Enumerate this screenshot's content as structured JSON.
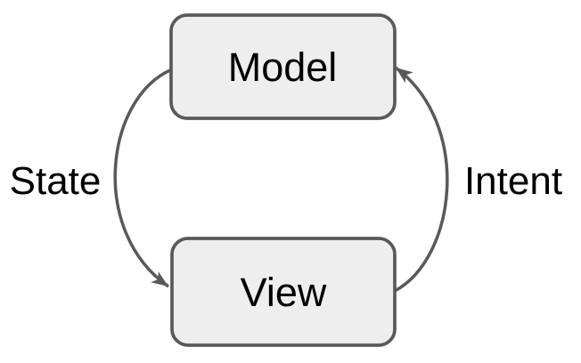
{
  "diagram": {
    "type": "cycle-diagram",
    "nodes": [
      {
        "id": "model",
        "label": "Model"
      },
      {
        "id": "view",
        "label": "View"
      }
    ],
    "edges": [
      {
        "id": "state",
        "label": "State",
        "from": "model",
        "to": "view"
      },
      {
        "id": "intent",
        "label": "Intent",
        "from": "view",
        "to": "model"
      }
    ],
    "colors": {
      "node_fill": "#eeeeee",
      "stroke": "#595959",
      "arrow": "#595959",
      "text": "#000000",
      "background": "#ffffff"
    }
  }
}
